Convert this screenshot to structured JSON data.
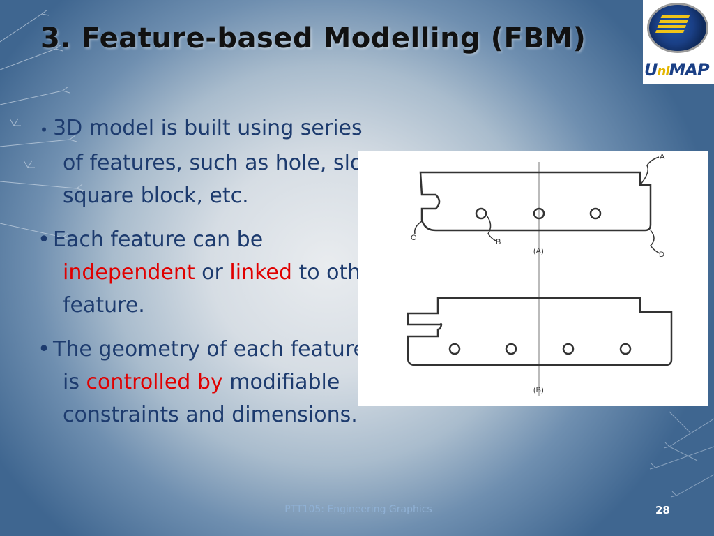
{
  "slide": {
    "title": "3. Feature-based Modelling (FBM)",
    "logo_text": {
      "u": "U",
      "ni": "ni",
      "map": "MAP"
    },
    "bullets": [
      {
        "text": "3D model is built using series of features, such as hole, slot, square block, etc."
      },
      {
        "pre": "Each feature can be ",
        "red1": "independent",
        "mid": " or ",
        "red2": "linked",
        "post": " to other feature."
      },
      {
        "pre": "The geometry of each feature is ",
        "red": "controlled by",
        "post": " modifiable constraints and dimensions."
      }
    ],
    "figure_labels": {
      "a": "A",
      "b": "B",
      "c": "C",
      "d": "D",
      "cap_a": "(A)",
      "cap_b": "(B)"
    },
    "footer": "PTT105: Engineering Graphics",
    "page_number": "28"
  },
  "colors": {
    "text_blue": "#1d3b6e",
    "highlight_red": "#e00000",
    "title": "#111111"
  }
}
